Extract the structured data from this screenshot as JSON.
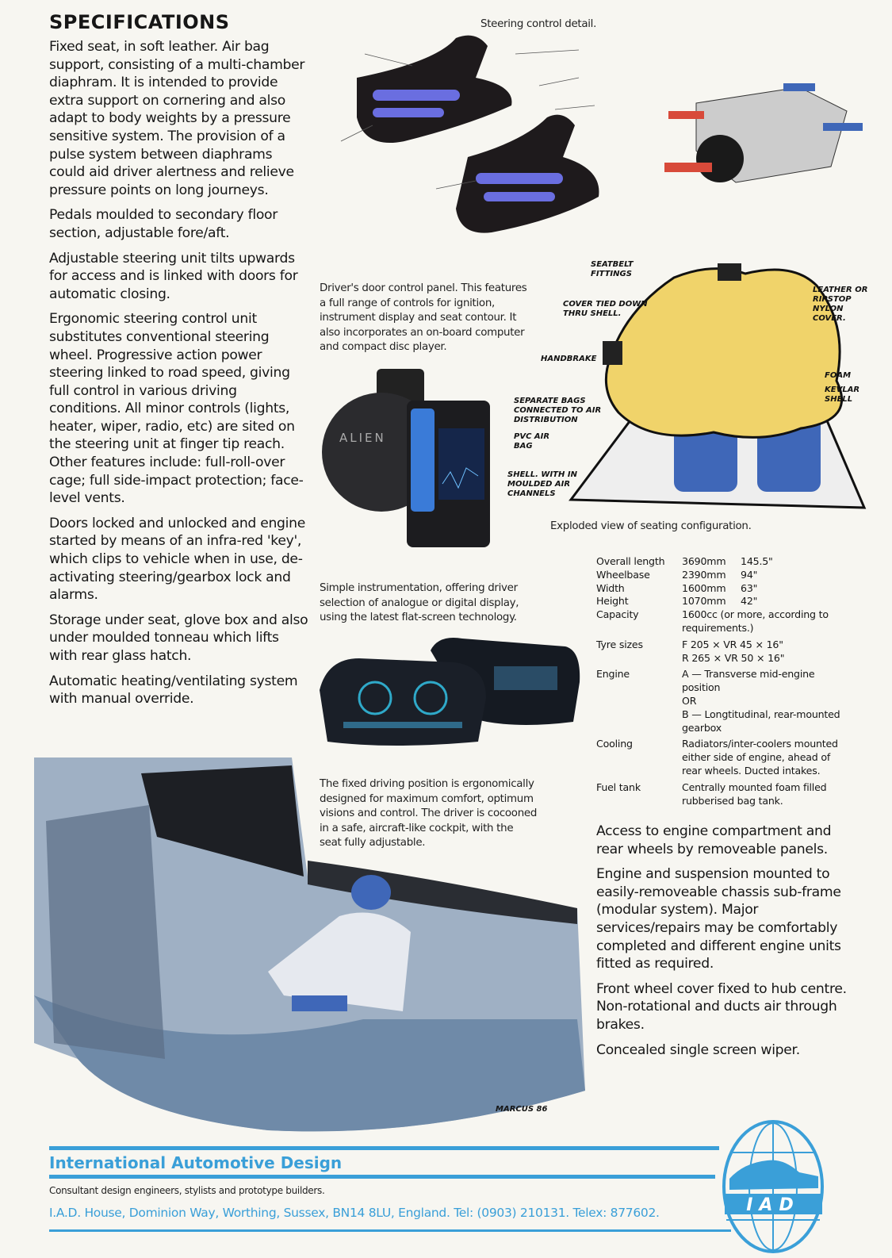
{
  "heading": "SPECIFICATIONS",
  "left_paragraphs": [
    "Fixed seat, in soft leather. Air bag support, consisting of a multi-chamber diaphram. It is intended to provide extra support on cornering and also adapt to body weights by a pressure sensitive system. The provision of a pulse system between diaphrams could aid driver alertness and relieve pressure points on long journeys.",
    "Pedals moulded to secondary floor section, adjustable fore/aft.",
    "Adjustable steering unit tilts upwards for access and is linked with doors for automatic closing.",
    "Ergonomic steering control unit substitutes conventional steering wheel. Progressive action power steering linked to road speed, giving full control in various driving conditions. All minor controls (lights, heater, wiper, radio, etc) are sited on the steering unit at finger tip reach. Other features include: full-roll-over cage; full side-impact protection; face-level vents.",
    "Doors locked and unlocked and engine started by means of an infra-red 'key', which clips to vehicle when in use, de-activating steering/gearbox lock and alarms.",
    "Storage under seat, glove box and also under moulded tonneau which lifts with rear glass hatch.",
    "Automatic heating/ventilating system with manual override."
  ],
  "captions": {
    "steering": "Steering control detail.",
    "door_panel": "Driver's door control panel. This features a full range of controls for ignition, instrument display and seat contour. It also incorporates an on-board computer and compact disc player.",
    "seating": "Exploded view of seating configuration.",
    "instrumentation": "Simple instrumentation, offering driver selection of analogue or digital display, using the latest flat-screen technology.",
    "driving_position": "The fixed driving position is ergonomically designed for maximum comfort, optimum visions and control. The driver is cocooned in a safe, aircraft-like cockpit, with the seat fully adjustable."
  },
  "seat_annotations": {
    "seatbelt": "Seatbelt fittings",
    "cover_tied": "Cover tied down thru shell.",
    "leather": "Leather or ripstop nylon cover.",
    "handbrake": "Handbrake",
    "foam": "Foam",
    "kevlar": "Kevlar shell",
    "separate_bags": "Separate bags connected to air distribution",
    "pvc": "PVC air bag",
    "shell": "Shell. with in moulded air channels"
  },
  "door_panel_logo": "ALIEN",
  "artist_signature": "MARCUS 86",
  "specs": [
    {
      "label": "Overall length",
      "metric": "3690mm",
      "imperial": "145.5\""
    },
    {
      "label": "Wheelbase",
      "metric": "2390mm",
      "imperial": "94\""
    },
    {
      "label": "Width",
      "metric": "1600mm",
      "imperial": "63\""
    },
    {
      "label": "Height",
      "metric": "1070mm",
      "imperial": "42\""
    },
    {
      "label": "Capacity",
      "value": "1600cc (or more, according to requirements.)"
    },
    {
      "label": "Tyre sizes",
      "value": "F 205 × VR 45 × 16\"",
      "value2": "R 265 × VR 50 × 16\""
    },
    {
      "label": "Engine",
      "value": "A — Transverse mid-engine position",
      "value2": "OR",
      "value3": "B — Longtitudinal, rear-mounted gearbox"
    },
    {
      "label": "Cooling",
      "value": "Radiators/inter-coolers mounted either side of engine, ahead of rear wheels. Ducted intakes."
    },
    {
      "label": "Fuel tank",
      "value": "Centrally mounted foam filled rubberised bag tank."
    }
  ],
  "right_paragraphs": [
    "Access to engine compartment and rear wheels by removeable panels.",
    "Engine and suspension mounted to easily-removeable chassis sub-frame (modular system). Major services/repairs may be comfortably completed and different engine units fitted as required.",
    "Front wheel cover fixed to hub centre. Non-rotational and ducts air through brakes.",
    "Concealed single screen wiper."
  ],
  "footer": {
    "company": "International Automotive Design",
    "tagline": "Consultant design engineers, stylists and prototype builders.",
    "address": "I.A.D. House, Dominion Way, Worthing, Sussex, BN14 8LU, England. Tel: (0903) 210131. Telex: 877602.",
    "logo_text": "IAD"
  },
  "colors": {
    "brand_blue": "#3a9fd8",
    "paper": "#f7f6f1",
    "seat_yellow": "#f0d36a",
    "seat_blue": "#3f67b8"
  }
}
